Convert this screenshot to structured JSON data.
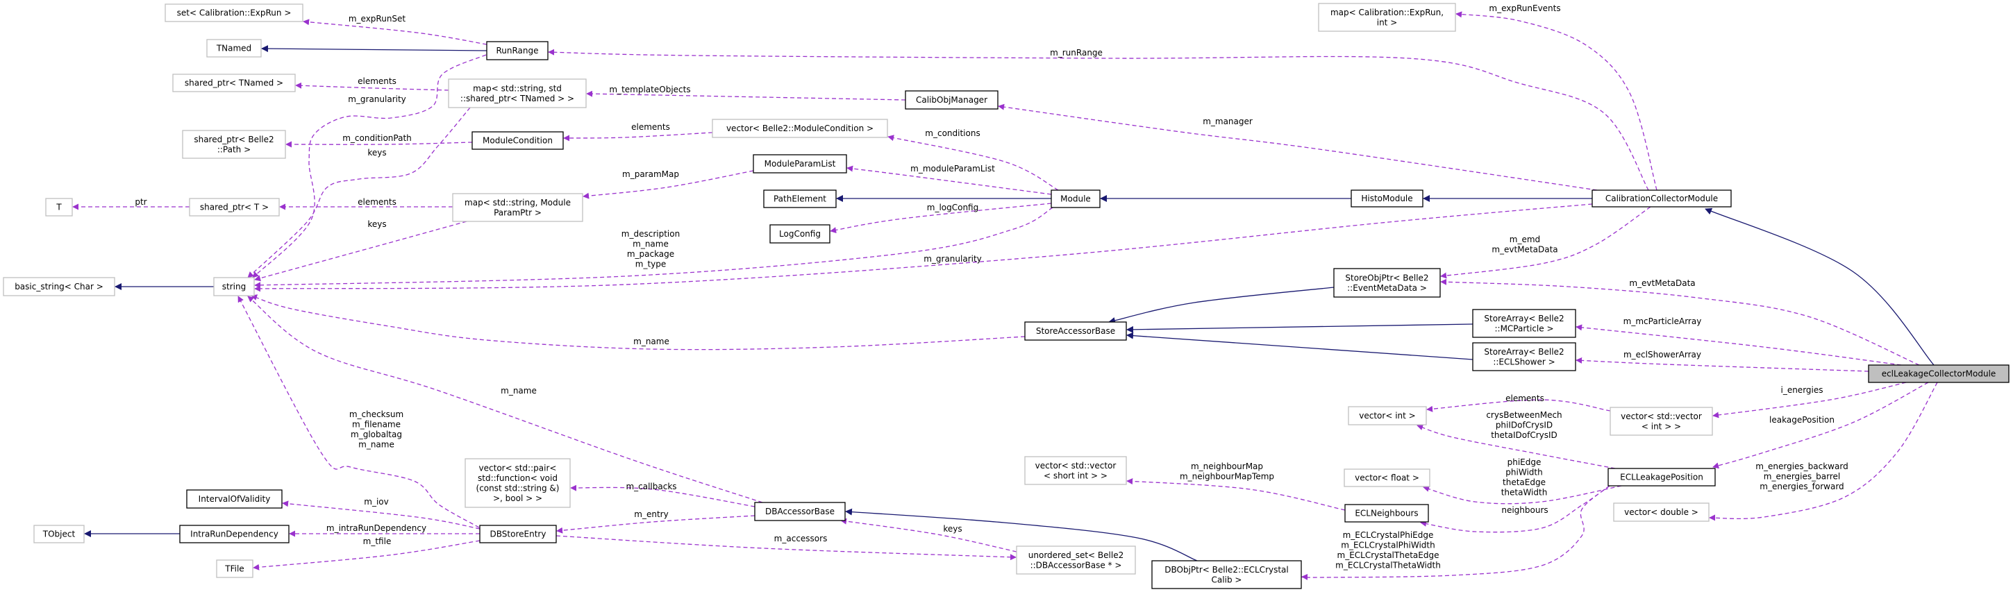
{
  "diagram": {
    "colors": {
      "usage_edge": "#9a32cd",
      "inheritance_edge": "#191970",
      "documented_border": "#000000",
      "external_border": "#bfbfbf",
      "highlight_fill": "#bfbfbf"
    },
    "nodes": [
      {
        "id": "set",
        "kind": "ext",
        "lines": [
          "set< Calibration::ExpRun >"
        ]
      },
      {
        "id": "TNamed",
        "kind": "ext",
        "lines": [
          "TNamed"
        ]
      },
      {
        "id": "RunRange",
        "kind": "doc",
        "lines": [
          "RunRange"
        ]
      },
      {
        "id": "spTNamed",
        "kind": "ext",
        "lines": [
          "shared_ptr< TNamed >"
        ]
      },
      {
        "id": "mapTNamed",
        "kind": "ext",
        "lines": [
          "map< std::string, std",
          "::shared_ptr< TNamed > >"
        ]
      },
      {
        "id": "spPath",
        "kind": "ext",
        "lines": [
          "shared_ptr< Belle2",
          "::Path >"
        ]
      },
      {
        "id": "ModuleCondition",
        "kind": "doc",
        "lines": [
          "ModuleCondition"
        ]
      },
      {
        "id": "T",
        "kind": "ext",
        "lines": [
          "T"
        ]
      },
      {
        "id": "spT",
        "kind": "ext",
        "lines": [
          "shared_ptr< T >"
        ]
      },
      {
        "id": "mapParam",
        "kind": "ext",
        "lines": [
          "map< std::string, Module",
          "ParamPtr >"
        ]
      },
      {
        "id": "basicString",
        "kind": "ext",
        "lines": [
          "basic_string< Char >"
        ]
      },
      {
        "id": "string",
        "kind": "ext",
        "lines": [
          "string"
        ]
      },
      {
        "id": "CalibObjManager",
        "kind": "doc",
        "lines": [
          "CalibObjManager"
        ]
      },
      {
        "id": "vecModCond",
        "kind": "ext",
        "lines": [
          "vector< Belle2::ModuleCondition >"
        ]
      },
      {
        "id": "ModuleParamList",
        "kind": "doc",
        "lines": [
          "ModuleParamList"
        ]
      },
      {
        "id": "PathElement",
        "kind": "doc",
        "lines": [
          "PathElement"
        ]
      },
      {
        "id": "Module",
        "kind": "doc",
        "lines": [
          "Module"
        ]
      },
      {
        "id": "LogConfig",
        "kind": "doc",
        "lines": [
          "LogConfig"
        ]
      },
      {
        "id": "mapExpRun",
        "kind": "ext",
        "lines": [
          "map< Calibration::ExpRun,",
          "int >"
        ]
      },
      {
        "id": "HistoModule",
        "kind": "doc",
        "lines": [
          "HistoModule"
        ]
      },
      {
        "id": "CCM",
        "kind": "doc",
        "lines": [
          "CalibrationCollectorModule"
        ]
      },
      {
        "id": "StoreObjPtr",
        "kind": "doc",
        "lines": [
          "StoreObjPtr< Belle2",
          "::EventMetaData >"
        ]
      },
      {
        "id": "StoreAccessorBase",
        "kind": "doc",
        "lines": [
          "StoreAccessorBase"
        ]
      },
      {
        "id": "SAMC",
        "kind": "doc",
        "lines": [
          "StoreArray< Belle2",
          "::MCParticle >"
        ]
      },
      {
        "id": "SAECL",
        "kind": "doc",
        "lines": [
          "StoreArray< Belle2",
          "::ECLShower >"
        ]
      },
      {
        "id": "ecl",
        "kind": "self",
        "lines": [
          "eclLeakageCollectorModule"
        ]
      },
      {
        "id": "vecInt",
        "kind": "ext",
        "lines": [
          "vector< int >"
        ]
      },
      {
        "id": "vecVecInt",
        "kind": "ext",
        "lines": [
          "vector< std::vector",
          "< int > >"
        ]
      },
      {
        "id": "ECLLP",
        "kind": "doc",
        "lines": [
          "ECLLeakagePosition"
        ]
      },
      {
        "id": "vecFloat",
        "kind": "ext",
        "lines": [
          "vector< float >"
        ]
      },
      {
        "id": "ECLN",
        "kind": "doc",
        "lines": [
          "ECLNeighbours"
        ]
      },
      {
        "id": "vecDouble",
        "kind": "ext",
        "lines": [
          "vector< double >"
        ]
      },
      {
        "id": "vecPair",
        "kind": "ext",
        "lines": [
          "vector< std::pair<",
          "std::function< void",
          "(const std::string &)",
          ">, bool > >"
        ]
      },
      {
        "id": "IOV",
        "kind": "doc",
        "lines": [
          "IntervalOfValidity"
        ]
      },
      {
        "id": "TObject",
        "kind": "ext",
        "lines": [
          "TObject"
        ]
      },
      {
        "id": "IRD",
        "kind": "doc",
        "lines": [
          "IntraRunDependency"
        ]
      },
      {
        "id": "DBStoreEntry",
        "kind": "doc",
        "lines": [
          "DBStoreEntry"
        ]
      },
      {
        "id": "TFile",
        "kind": "ext",
        "lines": [
          "TFile"
        ]
      },
      {
        "id": "DBAccessorBase",
        "kind": "doc",
        "lines": [
          "DBAccessorBase"
        ]
      },
      {
        "id": "vecVecShort",
        "kind": "ext",
        "lines": [
          "vector< std::vector",
          "< short int > >"
        ]
      },
      {
        "id": "uset",
        "kind": "ext",
        "lines": [
          "unordered_set< Belle2",
          "::DBAccessorBase * >"
        ]
      },
      {
        "id": "DBObjPtr",
        "kind": "doc",
        "lines": [
          "DBObjPtr< Belle2::ECLCrystal",
          "Calib >"
        ]
      }
    ],
    "edges": [
      {
        "id": "RunRange-TNamed",
        "from": "RunRange",
        "to": "TNamed",
        "type": "inheritance",
        "labels": []
      },
      {
        "id": "IRD-TObject",
        "from": "IRD",
        "to": "TObject",
        "type": "inheritance",
        "labels": []
      },
      {
        "id": "string-basicString",
        "from": "string",
        "to": "basicString",
        "type": "inheritance",
        "labels": []
      },
      {
        "id": "Module-PathElement",
        "from": "Module",
        "to": "PathElement",
        "type": "inheritance",
        "labels": []
      },
      {
        "id": "Histo-Module",
        "from": "HistoModule",
        "to": "Module",
        "type": "inheritance",
        "labels": []
      },
      {
        "id": "CCM-Histo",
        "from": "CCM",
        "to": "HistoModule",
        "type": "inheritance",
        "labels": []
      },
      {
        "id": "ecl-CCM",
        "from": "ecl",
        "to": "CCM",
        "type": "inheritance",
        "labels": []
      },
      {
        "id": "SOP-SAB",
        "from": "StoreObjPtr",
        "to": "StoreAccessorBase",
        "type": "inheritance",
        "labels": []
      },
      {
        "id": "SAMC-SAB",
        "from": "SAMC",
        "to": "StoreAccessorBase",
        "type": "inheritance",
        "labels": []
      },
      {
        "id": "SAECL-SAB",
        "from": "SAECL",
        "to": "StoreAccessorBase",
        "type": "inheritance",
        "labels": []
      },
      {
        "id": "DBObj-DBAB",
        "from": "DBObjPtr",
        "to": "DBAccessorBase",
        "type": "inheritance",
        "labels": []
      },
      {
        "id": "RunRange-set",
        "from": "RunRange",
        "to": "set",
        "type": "usage",
        "labels": [
          "m_expRunSet"
        ]
      },
      {
        "id": "RunRange-string",
        "from": "RunRange",
        "to": "string",
        "type": "usage",
        "labels": [
          "m_granularity"
        ]
      },
      {
        "id": "mapTNamed-spTNamed",
        "from": "mapTNamed",
        "to": "spTNamed",
        "type": "usage",
        "labels": [
          "elements"
        ]
      },
      {
        "id": "mapTNamed-string",
        "from": "mapTNamed",
        "to": "string",
        "type": "usage",
        "labels": [
          "keys"
        ]
      },
      {
        "id": "COM-mapTNamed",
        "from": "CalibObjManager",
        "to": "mapTNamed",
        "type": "usage",
        "labels": [
          "m_templateObjects"
        ]
      },
      {
        "id": "MC-spPath",
        "from": "ModuleCondition",
        "to": "spPath",
        "type": "usage",
        "labels": [
          "m_conditionPath"
        ]
      },
      {
        "id": "vecModCond-MC",
        "from": "vecModCond",
        "to": "ModuleCondition",
        "type": "usage",
        "labels": [
          "elements"
        ]
      },
      {
        "id": "Module-vecModCond",
        "from": "Module",
        "to": "vecModCond",
        "type": "usage",
        "labels": [
          "m_conditions"
        ]
      },
      {
        "id": "MPL-mapParam",
        "from": "ModuleParamList",
        "to": "mapParam",
        "type": "usage",
        "labels": [
          "m_paramMap"
        ]
      },
      {
        "id": "mapParam-spT",
        "from": "mapParam",
        "to": "spT",
        "type": "usage",
        "labels": [
          "elements"
        ]
      },
      {
        "id": "spT-T",
        "from": "spT",
        "to": "T",
        "type": "usage",
        "labels": [
          "ptr"
        ]
      },
      {
        "id": "mapParam-string",
        "from": "mapParam",
        "to": "string",
        "type": "usage",
        "labels": [
          "keys"
        ]
      },
      {
        "id": "Module-MPL",
        "from": "Module",
        "to": "ModuleParamList",
        "type": "usage",
        "labels": [
          "m_moduleParamList"
        ]
      },
      {
        "id": "Module-LogConfig",
        "from": "Module",
        "to": "LogConfig",
        "type": "usage",
        "labels": [
          "m_logConfig"
        ]
      },
      {
        "id": "Module-string",
        "from": "Module",
        "to": "string",
        "type": "usage",
        "labels": [
          "m_description",
          "m_name",
          "m_package",
          "m_type"
        ]
      },
      {
        "id": "CCM-string",
        "from": "CCM",
        "to": "string",
        "type": "usage",
        "labels": [
          "m_granularity"
        ]
      },
      {
        "id": "CCM-RunRange",
        "from": "CCM",
        "to": "RunRange",
        "type": "usage",
        "labels": [
          "m_runRange"
        ]
      },
      {
        "id": "CCM-COM",
        "from": "CCM",
        "to": "CalibObjManager",
        "type": "usage",
        "labels": [
          "m_manager"
        ]
      },
      {
        "id": "CCM-mapExpRun",
        "from": "CCM",
        "to": "mapExpRun",
        "type": "usage",
        "labels": [
          "m_expRunEvents"
        ]
      },
      {
        "id": "CCM-SOP",
        "from": "CCM",
        "to": "StoreObjPtr",
        "type": "usage",
        "labels": [
          "m_emd",
          "m_evtMetaData"
        ]
      },
      {
        "id": "ecl-SOP",
        "from": "ecl",
        "to": "StoreObjPtr",
        "type": "usage",
        "labels": [
          "m_evtMetaData"
        ]
      },
      {
        "id": "ecl-SAMC",
        "from": "ecl",
        "to": "SAMC",
        "type": "usage",
        "labels": [
          "m_mcParticleArray"
        ]
      },
      {
        "id": "ecl-SAECL",
        "from": "ecl",
        "to": "SAECL",
        "type": "usage",
        "labels": [
          "m_eclShowerArray"
        ]
      },
      {
        "id": "ecl-vecVecInt",
        "from": "ecl",
        "to": "vecVecInt",
        "type": "usage",
        "labels": [
          "i_energies"
        ]
      },
      {
        "id": "vecVecInt-vecInt",
        "from": "vecVecInt",
        "to": "vecInt",
        "type": "usage",
        "labels": [
          "elements"
        ]
      },
      {
        "id": "ECLLP-vecInt",
        "from": "ECLLP",
        "to": "vecInt",
        "type": "usage",
        "labels": [
          "crysBetweenMech",
          "phiIDofCrysID",
          "thetaIDofCrysID"
        ]
      },
      {
        "id": "ecl-ECLLP",
        "from": "ecl",
        "to": "ECLLP",
        "type": "usage",
        "labels": [
          "leakagePosition"
        ]
      },
      {
        "id": "ECLLP-vecFloat",
        "from": "ECLLP",
        "to": "vecFloat",
        "type": "usage",
        "labels": [
          "phiEdge",
          "phiWidth",
          "thetaEdge",
          "thetaWidth"
        ]
      },
      {
        "id": "ECLLP-ECLN",
        "from": "ECLLP",
        "to": "ECLN",
        "type": "usage",
        "labels": [
          "neighbours"
        ]
      },
      {
        "id": "ECLLP-DBObj",
        "from": "ECLLP",
        "to": "DBObjPtr",
        "type": "usage",
        "labels": [
          "m_ECLCrystalPhiEdge",
          "m_ECLCrystalPhiWidth",
          "m_ECLCrystalThetaEdge",
          "m_ECLCrystalThetaWidth"
        ]
      },
      {
        "id": "ECLN-vecVecShort",
        "from": "ECLN",
        "to": "vecVecShort",
        "type": "usage",
        "labels": [
          "m_neighbourMap",
          "m_neighbourMapTemp"
        ]
      },
      {
        "id": "ecl-vecDouble",
        "from": "ecl",
        "to": "vecDouble",
        "type": "usage",
        "labels": [
          "m_energies_backward",
          "m_energies_barrel",
          "m_energies_forward"
        ]
      },
      {
        "id": "SAB-string",
        "from": "StoreAccessorBase",
        "to": "string",
        "type": "usage",
        "labels": [
          "m_name"
        ]
      },
      {
        "id": "DBAB-string",
        "from": "DBAccessorBase",
        "to": "string",
        "type": "usage",
        "labels": [
          "m_name"
        ]
      },
      {
        "id": "DBSE-string",
        "from": "DBStoreEntry",
        "to": "string",
        "type": "usage",
        "labels": [
          "m_checksum",
          "m_filename",
          "m_globaltag",
          "m_name"
        ]
      },
      {
        "id": "DBAB-vecPair",
        "from": "DBAccessorBase",
        "to": "vecPair",
        "type": "usage",
        "labels": [
          "m_callbacks"
        ]
      },
      {
        "id": "DBAB-DBSE",
        "from": "DBAccessorBase",
        "to": "DBStoreEntry",
        "type": "usage",
        "labels": [
          "m_entry"
        ]
      },
      {
        "id": "DBSE-IOV",
        "from": "DBStoreEntry",
        "to": "IOV",
        "type": "usage",
        "labels": [
          "m_iov"
        ]
      },
      {
        "id": "DBSE-IRD",
        "from": "DBStoreEntry",
        "to": "IRD",
        "type": "usage",
        "labels": [
          "m_intraRunDependency"
        ]
      },
      {
        "id": "DBSE-TFile",
        "from": "DBStoreEntry",
        "to": "TFile",
        "type": "usage",
        "labels": [
          "m_tfile"
        ]
      },
      {
        "id": "DBSE-uset",
        "from": "DBStoreEntry",
        "to": "uset",
        "type": "usage",
        "labels": [
          "m_accessors"
        ]
      },
      {
        "id": "uset-DBAB",
        "from": "uset",
        "to": "DBAccessorBase",
        "type": "usage",
        "labels": [
          "keys"
        ]
      }
    ]
  }
}
